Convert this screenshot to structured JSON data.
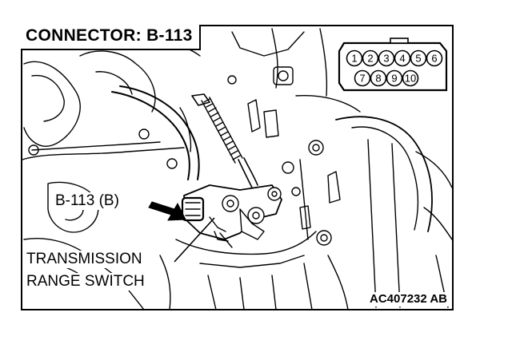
{
  "title": "CONNECTOR: B-113",
  "callouts": {
    "connector_label": "B-113 (B)",
    "component_line1": "TRANSMISSION",
    "component_line2": "RANGE SWITCH"
  },
  "figure_code": "AC407232 AB",
  "connector_pins": {
    "top_row": [
      "1",
      "2",
      "3",
      "4",
      "5",
      "6"
    ],
    "bottom_row": [
      "7",
      "8",
      "9",
      "10"
    ]
  }
}
